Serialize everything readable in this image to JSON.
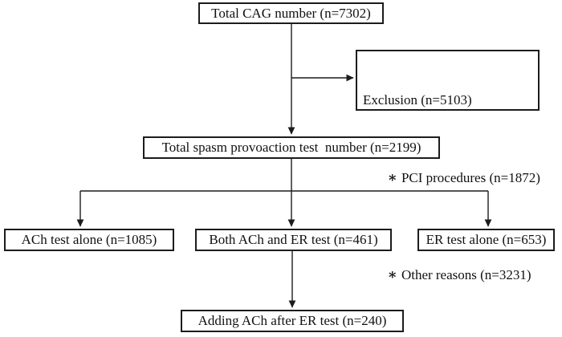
{
  "figure": {
    "type": "flowchart",
    "top_box": {
      "label": "Total CAG number (n=7302)"
    },
    "exclusion_box": {
      "title": "Exclusion (n=5103)",
      "items": [
        {
          "bullet": "∗",
          "label": "PCI procedures (n=1872)"
        },
        {
          "bullet": "∗",
          "label": "Other reasons (n=3231)"
        }
      ]
    },
    "middle_box": {
      "label": "Total spasm provoaction test  number (n=2199)"
    },
    "branch_boxes": [
      {
        "label": "ACh test alone (n=1085)"
      },
      {
        "label": "Both ACh and ER test (n=461)"
      },
      {
        "label": "ER test alone (n=653)"
      }
    ],
    "bottom_box": {
      "label": "Adding ACh after ER test (n=240)"
    }
  },
  "colors": {
    "background": "#ffffff",
    "line": "#1c1c1c",
    "text": "#111111"
  }
}
